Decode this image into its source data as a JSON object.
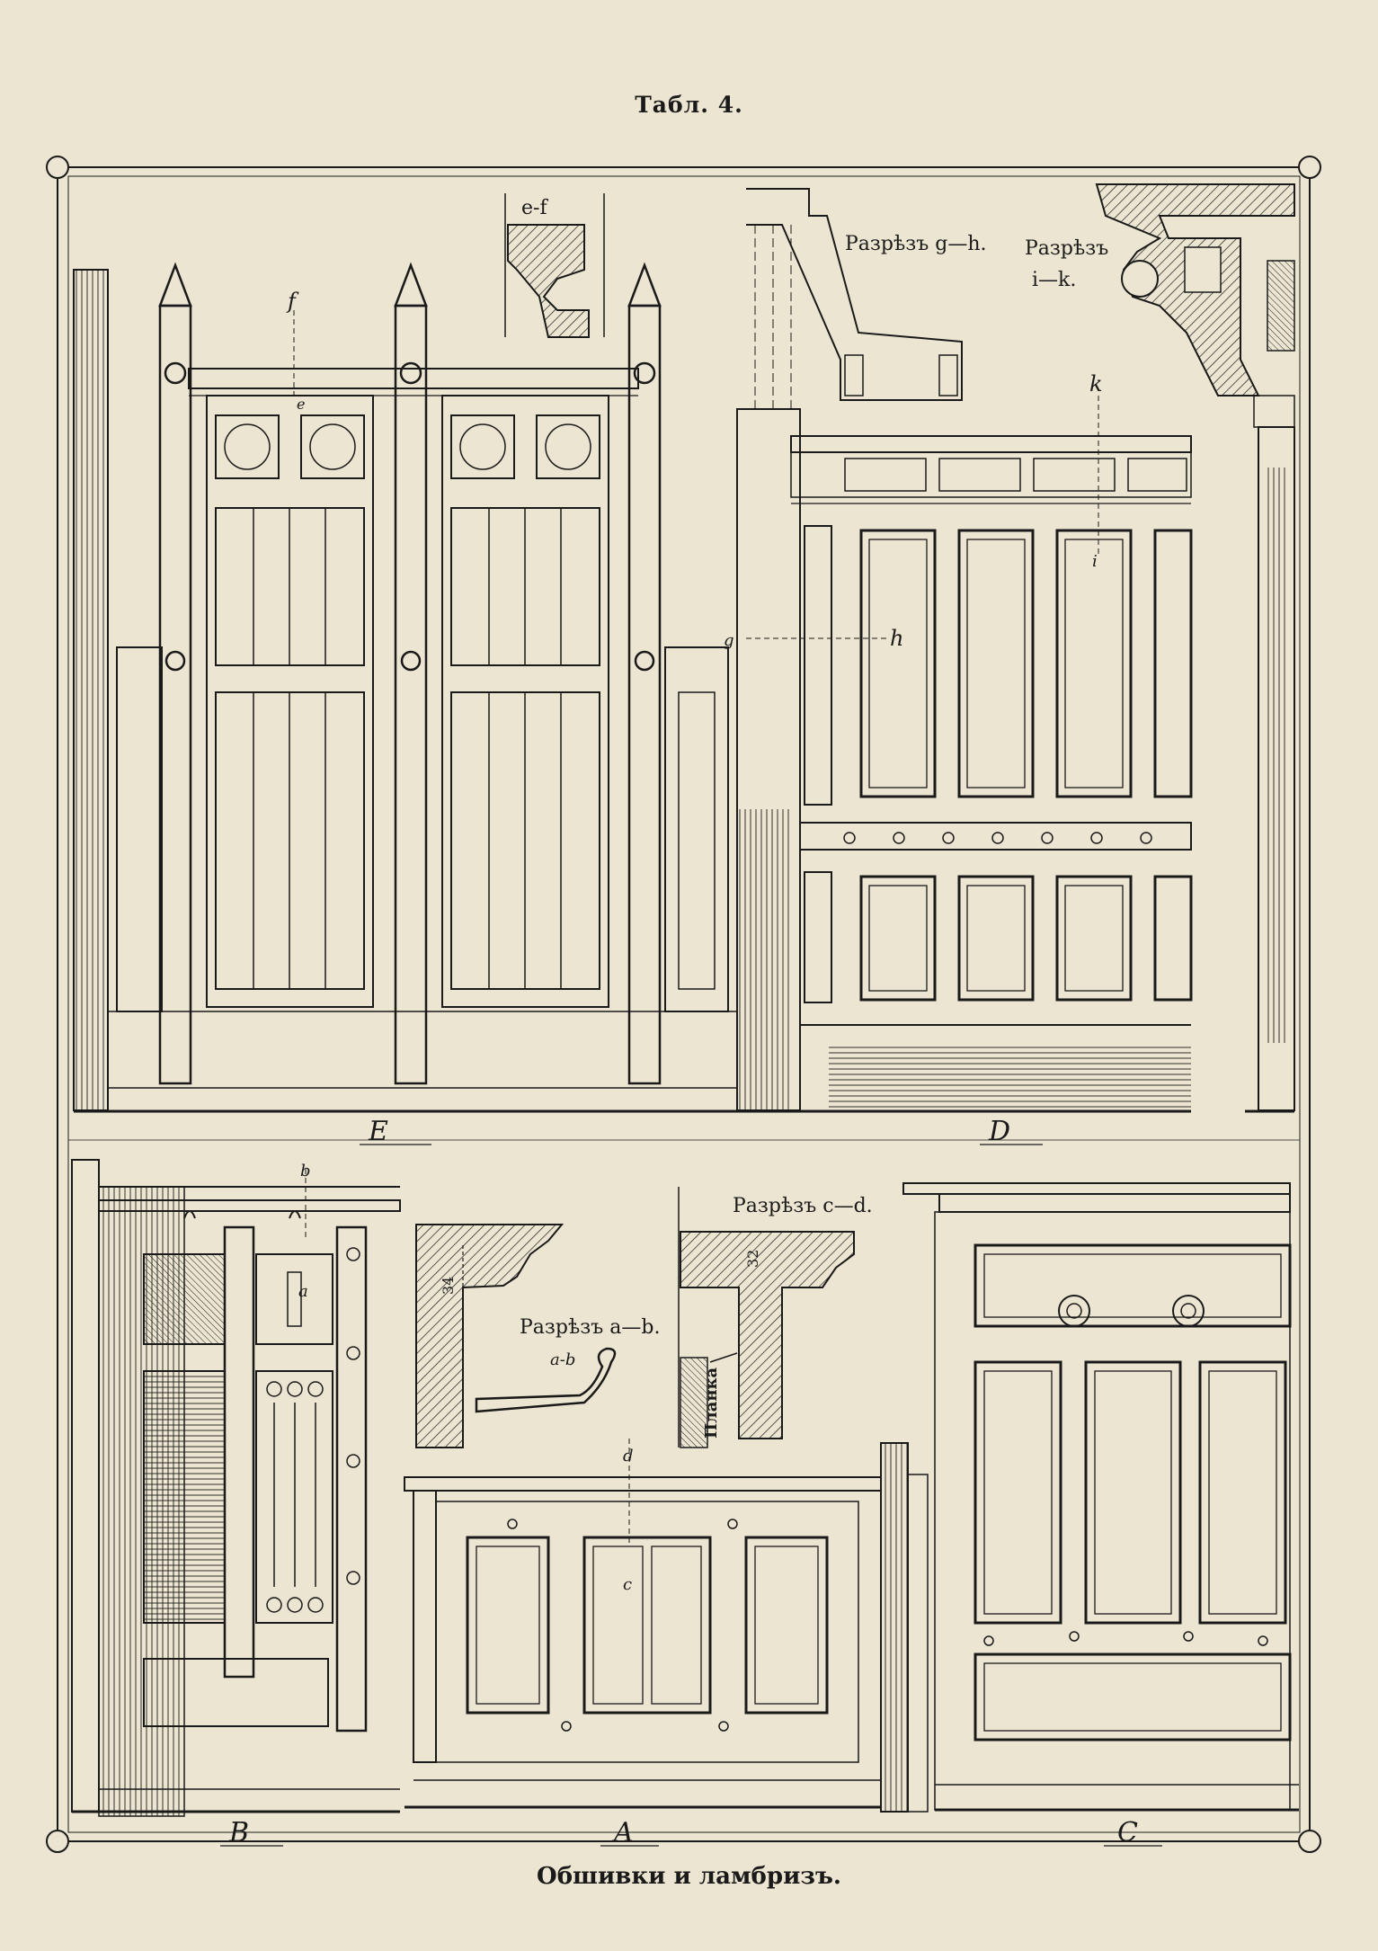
{
  "plate": {
    "title": "Табл. 4.",
    "caption": "Обшивки и ламбризъ."
  },
  "figures": {
    "E": "E",
    "D": "D",
    "B": "B",
    "A": "A",
    "C": "C"
  },
  "sections": {
    "ef": "e-f",
    "gh": "Разрѣзъ g—h.",
    "ik_line1": "Разрѣзъ",
    "ik_line2": "i—k.",
    "cd": "Разрѣзъ c—d.",
    "ab": "Разрѣзъ a—b.",
    "ab_small": "a-b"
  },
  "marks": {
    "f": "f",
    "e": "e",
    "g": "g",
    "h": "h",
    "k": "k",
    "i": "i",
    "b": "b",
    "a": "a",
    "d": "d",
    "c": "c",
    "dim34": "34",
    "dim32": "32",
    "planka": "Планка"
  },
  "colors": {
    "paper": "#ece5d2",
    "ink": "#1a1a1a"
  }
}
